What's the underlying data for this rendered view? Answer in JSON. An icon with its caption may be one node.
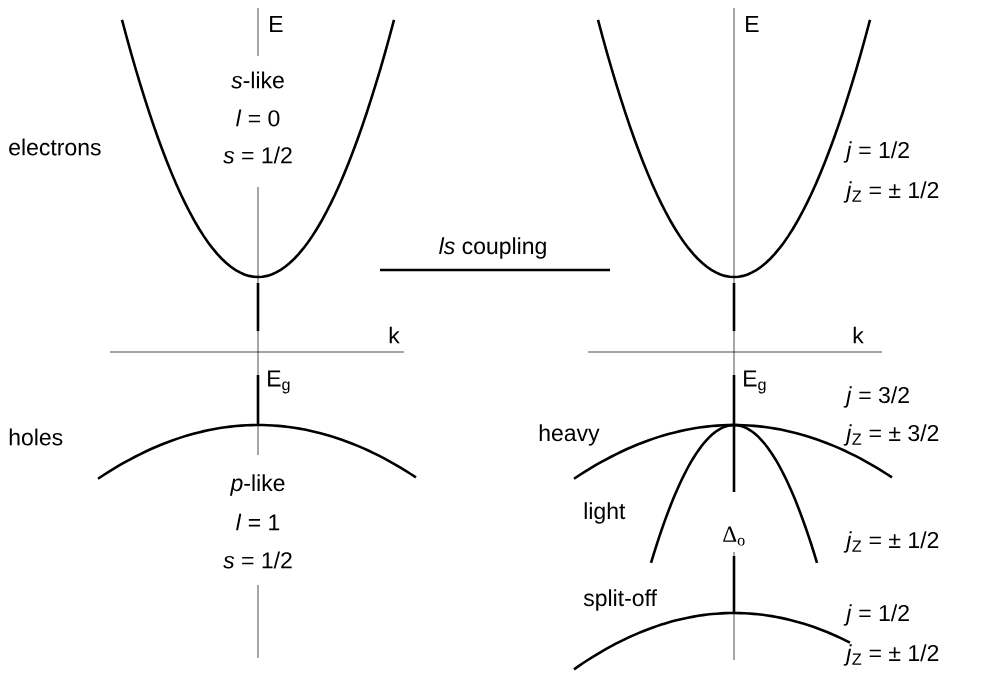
{
  "diagram": {
    "labels": [
      "E",
      "E",
      "*s*-like",
      "*l* = 0",
      "electrons",
      "*s* = 1/2",
      "*j* = 1/2",
      "*j*$_{Z}$ = ± 1/2",
      "*ls* coupling",
      "k",
      "k",
      "E$_{g}$",
      "E$_{g}$",
      "*j* = 3/2",
      "holes",
      "heavy",
      "*j*$_{Z}$ = ± 3/2",
      "*p*-like",
      "*l* = 1",
      "light",
      "Δ$_{o}$",
      "*j*$_{Z}$ = ± 1/2",
      "*s* = 1/2",
      "split-off",
      "*j* = 1/2",
      "*j*$_{Z}$ = ± 1/2"
    ]
  }
}
